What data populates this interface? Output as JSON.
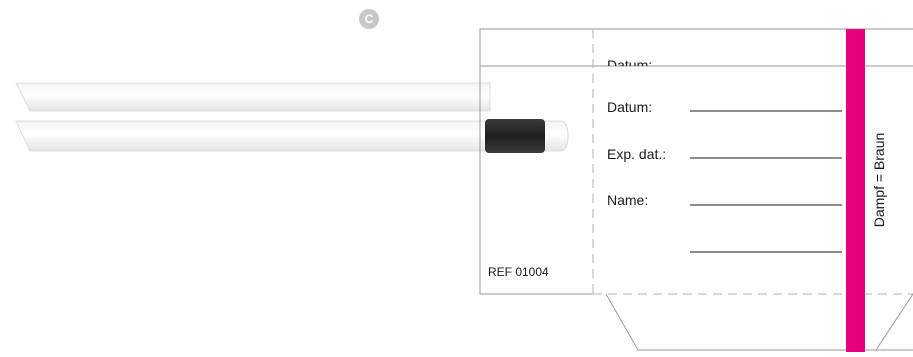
{
  "badge_letter": "C",
  "label": {
    "hidden_field": "Datum:",
    "fields": [
      {
        "text": "Datum:"
      },
      {
        "text": "Exp. dat.:"
      },
      {
        "text": "Name:"
      }
    ],
    "ref": "REF 01004",
    "stripe_text": "Dampf = Braun",
    "stripe_color": "#e6007e"
  },
  "colors": {
    "line": "#9a9a9a",
    "dashed": "#b0b0b0",
    "sleeve": "#2b2b2b",
    "tube_shadow": "#e6e6e6"
  }
}
